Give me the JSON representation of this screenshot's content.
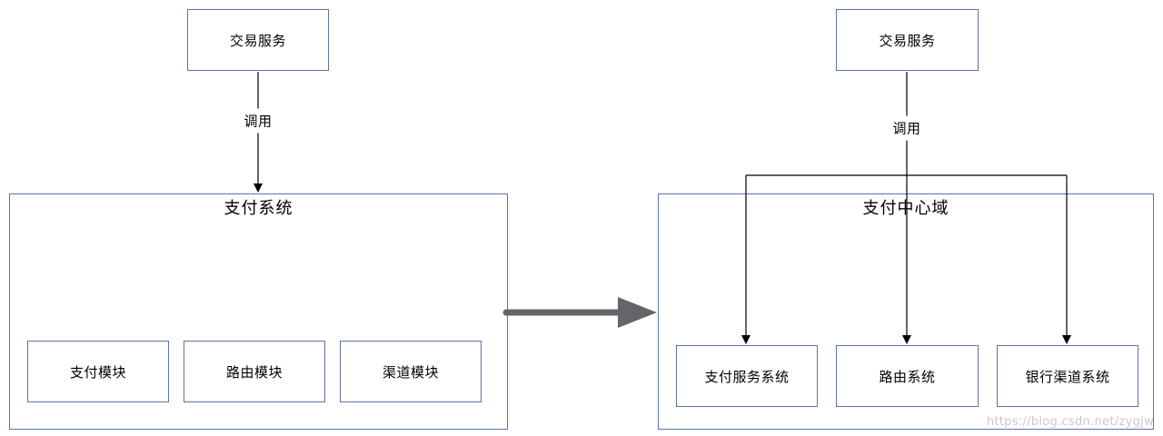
{
  "left": {
    "top_service": "交易服务",
    "call_label": "调用",
    "container_title": "支付系统",
    "modules": [
      "支付模块",
      "路由模块",
      "渠道模块"
    ]
  },
  "right": {
    "top_service": "交易服务",
    "call_label": "调用",
    "container_title": "支付中心域",
    "systems": [
      "支付服务系统",
      "路由系统",
      "银行渠道系统"
    ]
  },
  "watermark": "https://blog.csdn.net/zygjw",
  "colors": {
    "box_border": "#5a74a8",
    "line": "#000000",
    "transition_arrow": "#66646a"
  }
}
